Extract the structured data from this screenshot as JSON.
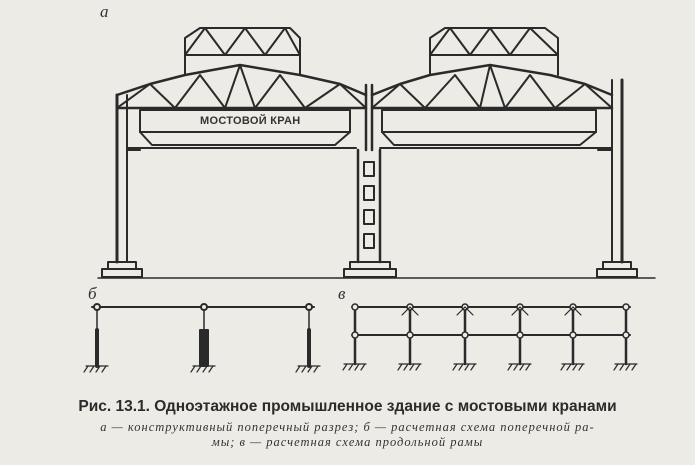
{
  "figure": {
    "part_labels": {
      "a": "а",
      "b": "б",
      "v": "в"
    },
    "crane_label": "МОСТОВОЙ КРАН"
  },
  "caption": {
    "title": "Рис. 13.1. Одноэтажное промышленное здание с мостовыми кранами",
    "line1": "а — конструктивный поперечный разрез; б — расчетная схема поперечной ра-",
    "line2": "мы; в — расчетная схема продольной рамы"
  },
  "colors": {
    "ink": "#2a2a2a",
    "paper": "#ecebe6"
  }
}
